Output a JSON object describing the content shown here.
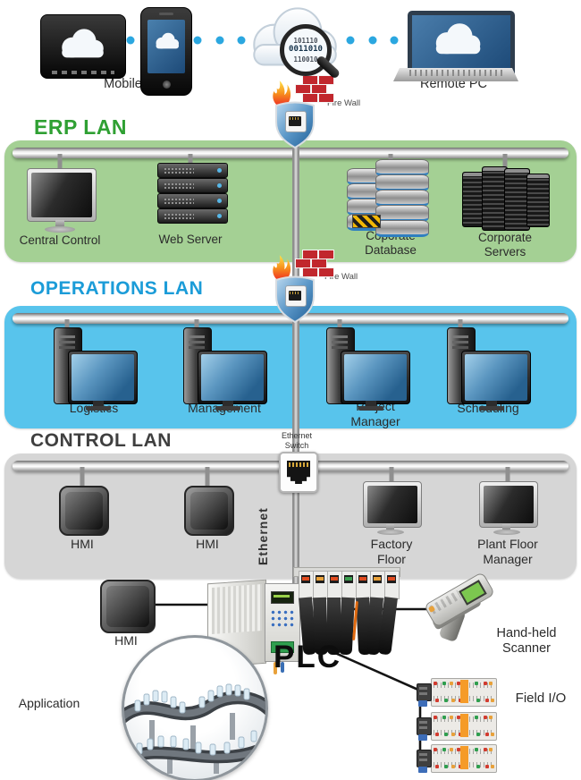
{
  "colors": {
    "erp_band": "#a4d094",
    "erp_title": "#2fa033",
    "ops_band": "#58c4ec",
    "ops_title": "#1b9cd8",
    "control_band": "#d6d6d6",
    "control_title": "#3f3f3f",
    "link_dots": "#2ba7e0",
    "firewall_brick": "#c1272d",
    "shield_blue": "#2e6da4"
  },
  "top": {
    "mobile_label": "Mobile",
    "remote_pc_label": "Remote PC",
    "cloud_binary_rows": [
      "101110",
      "0011010",
      "110010"
    ],
    "firewall_label": "Fire Wall"
  },
  "erp_lan": {
    "title": "ERP LAN",
    "firewall_label": "Fire Wall",
    "devices": [
      {
        "label": "Central Control"
      },
      {
        "label": "Web Server"
      },
      {
        "label": "Coporate Database"
      },
      {
        "label": "Corporate Servers"
      }
    ]
  },
  "operations_lan": {
    "title": "OPERATIONS LAN",
    "devices": [
      {
        "label": "Logistics"
      },
      {
        "label": "Management"
      },
      {
        "label": "Project Manager"
      },
      {
        "label": "Scheduling"
      }
    ]
  },
  "control_lan": {
    "title": "CONTROL LAN",
    "ethernet_switch_label": "Ethernet Switch",
    "ethernet_label": "Ethernet",
    "devices": [
      {
        "label": "HMI"
      },
      {
        "label": "HMI"
      },
      {
        "label": "Factory Floor"
      },
      {
        "label": "Plant Floor Manager"
      }
    ]
  },
  "field_level": {
    "plc_label": "PLC",
    "hmi_label": "HMI",
    "application_label": "Application",
    "scanner_label": "Hand-held Scanner",
    "field_io_label": "Field I/O"
  }
}
